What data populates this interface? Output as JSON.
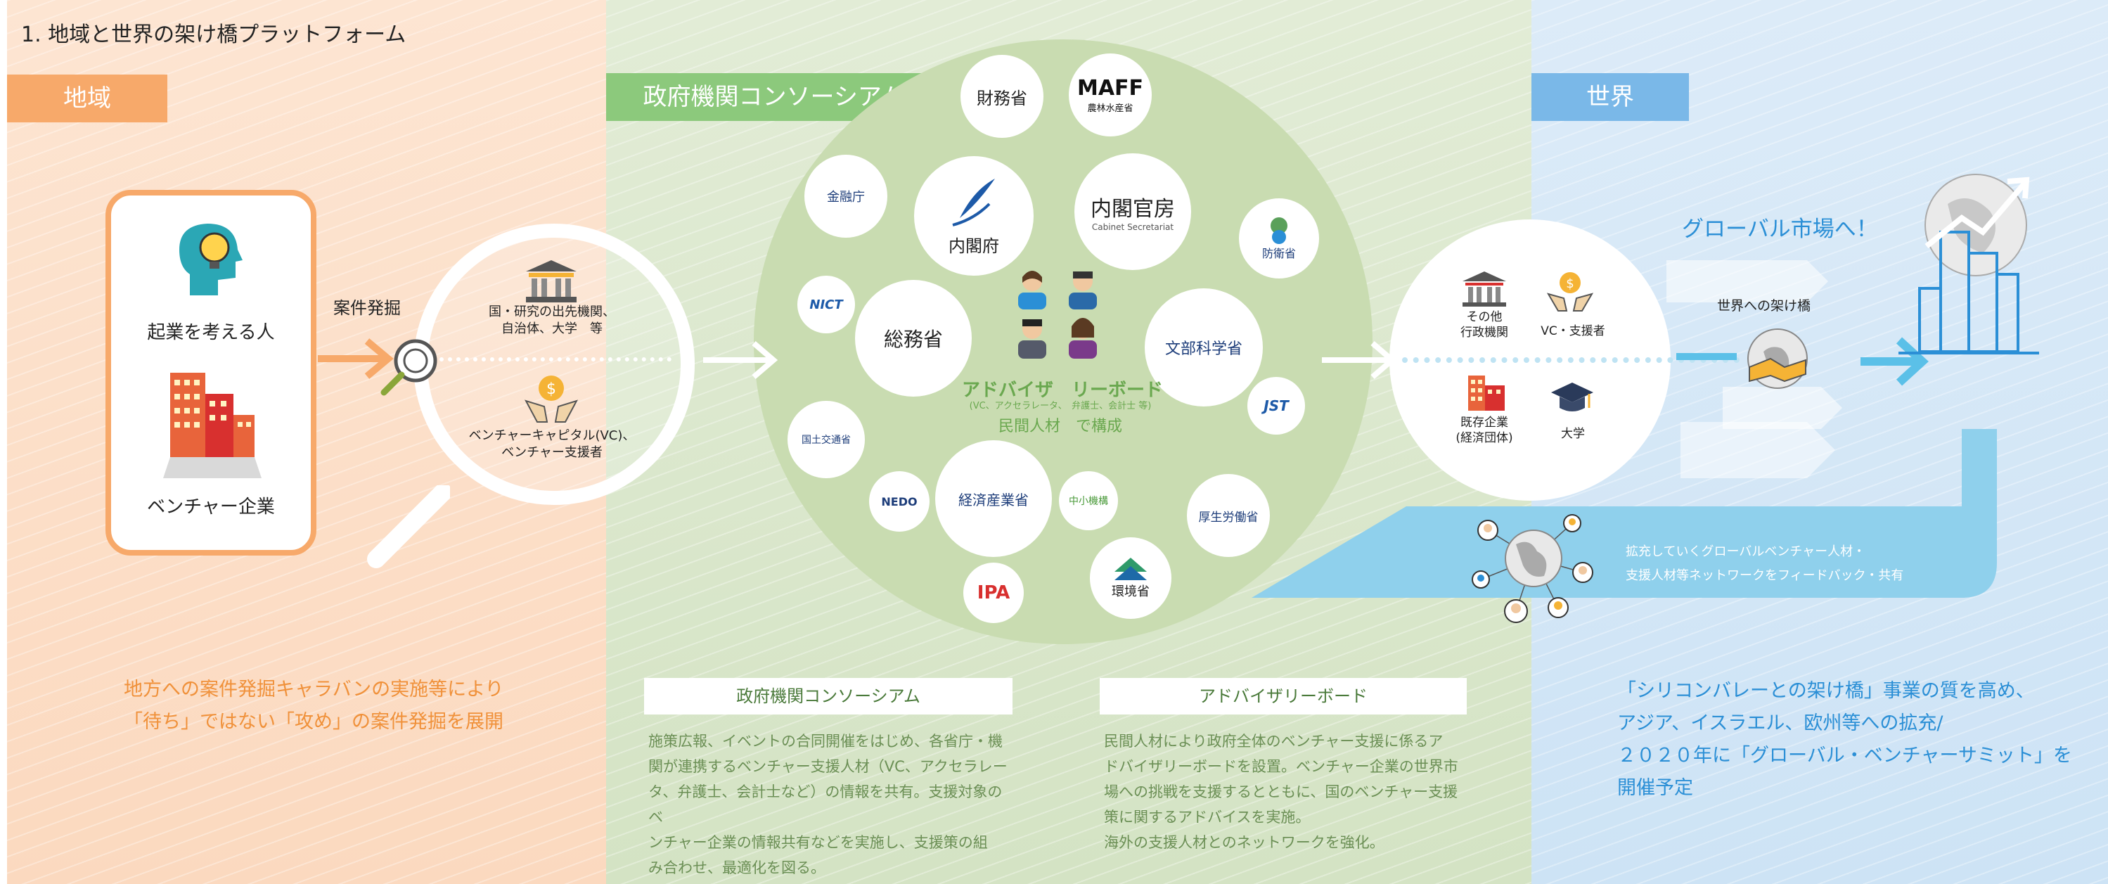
{
  "title": "1. 地域と世界の架け橋プラットフォーム",
  "banners": {
    "local": "地域",
    "gov": "政府機関コンソーシアム",
    "world": "世界"
  },
  "local": {
    "founder_label": "起業を考える人",
    "venture_label": "ベンチャー企業",
    "discovery_label": "案件発掘",
    "lens_item1": "国・研究の出先機関、\n自治体、大学　等",
    "lens_item2": "ベンチャーキャピタル(VC)、\nベンチャー支援者",
    "summary_line1": "地方への案件発掘キャラバンの実施等により",
    "summary_line2": "「待ち」ではない「攻め」の案件発掘を展開"
  },
  "gov": {
    "orgs": {
      "zaimu": "財務省",
      "maff": "MAFF",
      "maff_sub": "農林水産省",
      "kinyu": "金融庁",
      "naikakufu": "内閣府",
      "naikaku_kanbo": "内閣官房",
      "naikaku_kanbo_en": "Cabinet Secretariat",
      "boei": "防衛省",
      "nict": "NICT",
      "somu": "総務省",
      "monbu": "文部科学省",
      "jst": "JST",
      "kokudo": "国土交通省",
      "nedo": "NEDO",
      "keisan": "経済産業省",
      "chusho": "中小機構",
      "kosei": "厚生労働省",
      "ipa": "IPA",
      "kankyo": "環境省"
    },
    "advisor_title": "アドバイザ　リーボード",
    "advisor_sub": "(VC、アクセラレータ、　弁護士、会計士 等)",
    "advisor_note": "民間人材　で構成",
    "consortium_box_title": "政府機関コンソーシアム",
    "consortium_body": [
      "施策広報、イベントの合同開催をはじめ、各省庁・機",
      "関が連携するベンチャー支援人材（VC、アクセラレー",
      "タ、弁護士、会計士など）の情報を共有。支援対象のベ",
      "ンチャー企業の情報共有などを実施し、支援策の組",
      "み合わせ、最適化を図る。"
    ],
    "advisory_box_title": "アドバイザリーボード",
    "advisory_body": [
      "民間人材により政府全体のベンチャー支援に係るア",
      "ドバイザリーボードを設置。ベンチャー企業の世界市",
      "場への挑戦を支援するとともに、国のベンチャー支援",
      "策に関するアドバイスを実施。",
      "海外の支援人材とのネットワークを強化。"
    ]
  },
  "world": {
    "other_gov": "その他\n行政機関",
    "vc": "VC・支援者",
    "existing_corp": "既存企業\n(経済団体)",
    "university": "大学",
    "bridge_label": "世界への架け橋",
    "global_market": "グローバル市場へ！",
    "feedback_line1": "拡充していくグローバルベンチャー人材・",
    "feedback_line2": "支援人材等ネットワークをフィードバック・共有",
    "summary_line1": "「シリコンバレーとの架け橋」事業の質を高め、",
    "summary_line2": "アジア、イスラエル、欧州等への拡充/",
    "summary_line3": "２０２０年に「グローバル・ベンチャーサミット」を",
    "summary_line4": "開催予定"
  },
  "colors": {
    "orange": "#f7a96a",
    "green": "#8cc97c",
    "blue": "#7ab8e8",
    "accent_blue": "#2b8fd6"
  }
}
